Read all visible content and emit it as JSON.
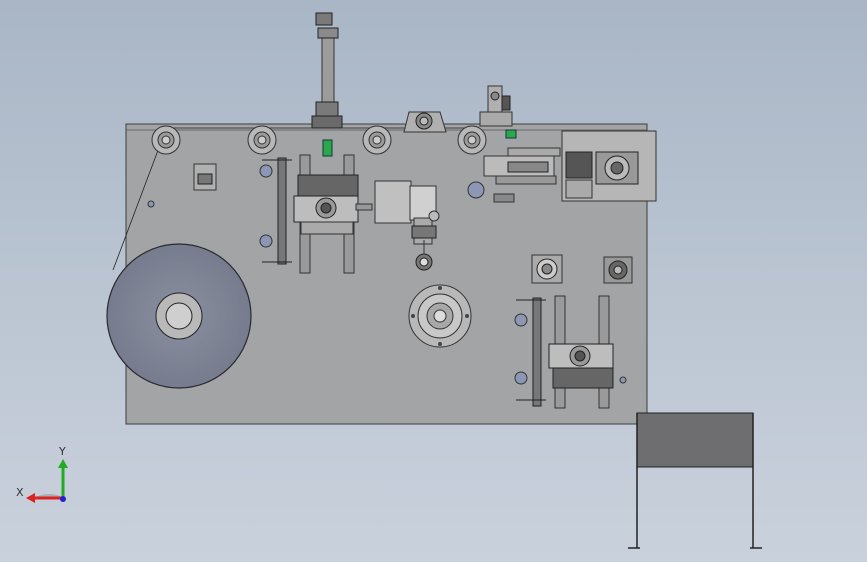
{
  "viewport": {
    "background": "gradient-gray-blue",
    "colors": {
      "plate": "#a3a4a6",
      "plate_edge": "#3d3d3d",
      "roll": "#7f8596",
      "roll_edge": "#2a2a30",
      "hub": "#b9b9b9",
      "box": "#6e6e70",
      "sensor_green": "#2aa84a",
      "axis_x": "#d22",
      "axis_y": "#2a2",
      "axis_z": "#22c"
    }
  },
  "triad": {
    "x_label": "X",
    "y_label": "Y"
  }
}
